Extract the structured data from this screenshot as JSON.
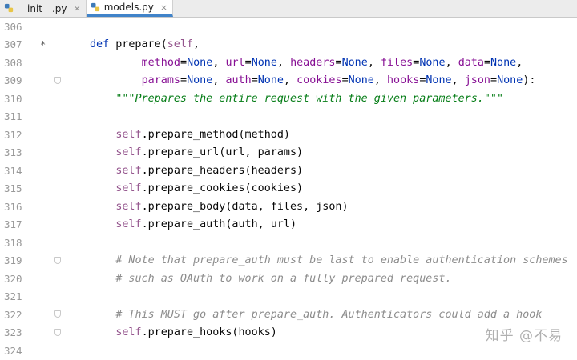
{
  "tabs": [
    {
      "label": "__init__.py",
      "active": false
    },
    {
      "label": "models.py",
      "active": true
    }
  ],
  "tab_close_glyph": "×",
  "change_marker": "*",
  "lines": [
    {
      "n": "306",
      "tokens": []
    },
    {
      "n": "307",
      "marker": true,
      "tokens": [
        [
          "kw",
          "def "
        ],
        [
          "",
          "prepare("
        ],
        [
          "selfk",
          "self"
        ],
        [
          "",
          ","
        ]
      ],
      "indent": 0
    },
    {
      "n": "308",
      "tokens": [
        [
          "param",
          "method"
        ],
        [
          "",
          "="
        ],
        [
          "none",
          "None"
        ],
        [
          "",
          ", "
        ],
        [
          "param",
          "url"
        ],
        [
          "",
          "="
        ],
        [
          "none",
          "None"
        ],
        [
          "",
          ", "
        ],
        [
          "param",
          "headers"
        ],
        [
          "",
          "="
        ],
        [
          "none",
          "None"
        ],
        [
          "",
          ", "
        ],
        [
          "param",
          "files"
        ],
        [
          "",
          "="
        ],
        [
          "none",
          "None"
        ],
        [
          "",
          ", "
        ],
        [
          "param",
          "data"
        ],
        [
          "",
          "="
        ],
        [
          "none",
          "None"
        ],
        [
          "",
          ","
        ]
      ],
      "indent": 8
    },
    {
      "n": "309",
      "fold": true,
      "tokens": [
        [
          "param",
          "params"
        ],
        [
          "",
          "="
        ],
        [
          "none",
          "None"
        ],
        [
          "",
          ", "
        ],
        [
          "param",
          "auth"
        ],
        [
          "",
          "="
        ],
        [
          "none",
          "None"
        ],
        [
          "",
          ", "
        ],
        [
          "param",
          "cookies"
        ],
        [
          "",
          "="
        ],
        [
          "none",
          "None"
        ],
        [
          "",
          ", "
        ],
        [
          "param",
          "hooks"
        ],
        [
          "",
          "="
        ],
        [
          "none",
          "None"
        ],
        [
          "",
          ", "
        ],
        [
          "param",
          "json"
        ],
        [
          "",
          "="
        ],
        [
          "none",
          "None"
        ],
        [
          "",
          "):"
        ]
      ],
      "indent": 8
    },
    {
      "n": "310",
      "tokens": [
        [
          "doc",
          "\"\"\"Prepares the entire request with the given parameters.\"\"\""
        ]
      ],
      "indent": 4
    },
    {
      "n": "311",
      "tokens": []
    },
    {
      "n": "312",
      "tokens": [
        [
          "selfk",
          "self"
        ],
        [
          "",
          ".prepare_method(method)"
        ]
      ],
      "indent": 4
    },
    {
      "n": "313",
      "tokens": [
        [
          "selfk",
          "self"
        ],
        [
          "",
          ".prepare_url(url, params)"
        ]
      ],
      "indent": 4
    },
    {
      "n": "314",
      "tokens": [
        [
          "selfk",
          "self"
        ],
        [
          "",
          ".prepare_headers(headers)"
        ]
      ],
      "indent": 4
    },
    {
      "n": "315",
      "tokens": [
        [
          "selfk",
          "self"
        ],
        [
          "",
          ".prepare_cookies(cookies)"
        ]
      ],
      "indent": 4
    },
    {
      "n": "316",
      "tokens": [
        [
          "selfk",
          "self"
        ],
        [
          "",
          ".prepare_body(data, files, json)"
        ]
      ],
      "indent": 4
    },
    {
      "n": "317",
      "tokens": [
        [
          "selfk",
          "self"
        ],
        [
          "",
          ".prepare_auth(auth, url)"
        ]
      ],
      "indent": 4
    },
    {
      "n": "318",
      "tokens": []
    },
    {
      "n": "319",
      "fold": true,
      "tokens": [
        [
          "cmt",
          "# Note that prepare_auth must be last to enable authentication schemes"
        ]
      ],
      "indent": 4
    },
    {
      "n": "320",
      "tokens": [
        [
          "cmt",
          "# such as OAuth to work on a fully prepared request."
        ]
      ],
      "indent": 4
    },
    {
      "n": "321",
      "tokens": []
    },
    {
      "n": "322",
      "fold": true,
      "tokens": [
        [
          "cmt",
          "# This MUST go after prepare_auth. Authenticators could add a hook"
        ]
      ],
      "indent": 4
    },
    {
      "n": "323",
      "fold": true,
      "tokens": [
        [
          "selfk",
          "self"
        ],
        [
          "",
          ".prepare_hooks(hooks)"
        ]
      ],
      "indent": 4
    },
    {
      "n": "324",
      "tokens": []
    }
  ],
  "watermark": "知乎 @不易",
  "colors": {
    "keyword": "#0033b3",
    "self": "#94558d",
    "param": "#871094",
    "docstring": "#067d17",
    "comment": "#8c8c8c",
    "tab_underline": "#4083c9"
  }
}
